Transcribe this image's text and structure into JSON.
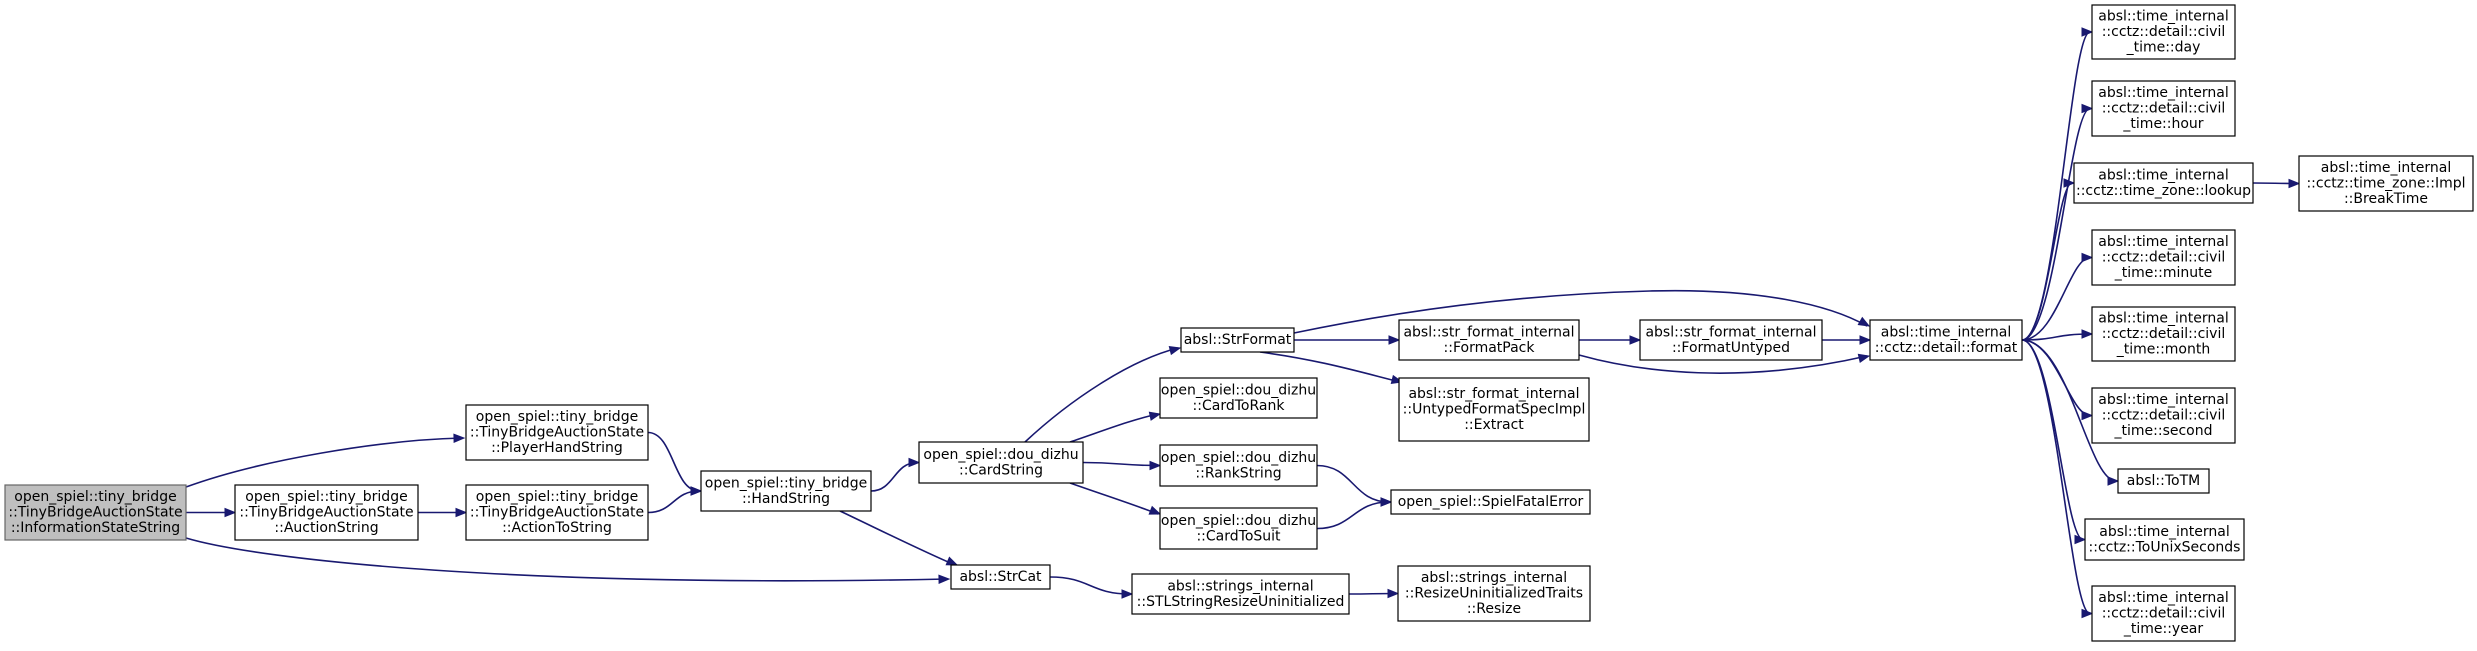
{
  "nodes": {
    "root": [
      "open_spiel::tiny_bridge",
      "::TinyBridgeAuctionState",
      "::InformationStateString"
    ],
    "player_hand_string": [
      "open_spiel::tiny_bridge",
      "::TinyBridgeAuctionState",
      "::PlayerHandString"
    ],
    "auction_string": [
      "open_spiel::tiny_bridge",
      "::TinyBridgeAuctionState",
      "::AuctionString"
    ],
    "action_to_string": [
      "open_spiel::tiny_bridge",
      "::TinyBridgeAuctionState",
      "::ActionToString"
    ],
    "hand_string": [
      "open_spiel::tiny_bridge",
      "::HandString"
    ],
    "card_string": [
      "open_spiel::dou_dizhu",
      "::CardString"
    ],
    "str_format": [
      "absl::StrFormat"
    ],
    "card_to_rank": [
      "open_spiel::dou_dizhu",
      "::CardToRank"
    ],
    "rank_string": [
      "open_spiel::dou_dizhu",
      "::RankString"
    ],
    "card_to_suit": [
      "open_spiel::dou_dizhu",
      "::CardToSuit"
    ],
    "str_cat": [
      "absl::StrCat"
    ],
    "stl_resize": [
      "absl::strings_internal",
      "::STLStringResizeUninitialized"
    ],
    "format_pack": [
      "absl::str_format_internal",
      "::FormatPack"
    ],
    "untyped_extract": [
      "absl::str_format_internal",
      "::UntypedFormatSpecImpl",
      "::Extract"
    ],
    "spiel_fatal_error": [
      "open_spiel::SpielFatalError"
    ],
    "resize_traits": [
      "absl::strings_internal",
      "::ResizeUninitializedTraits",
      "::Resize"
    ],
    "format_untyped": [
      "absl::str_format_internal",
      "::FormatUntyped"
    ],
    "detail_format": [
      "absl::time_internal",
      "::cctz::detail::format"
    ],
    "civil_day": [
      "absl::time_internal",
      "::cctz::detail::civil",
      "_time::day"
    ],
    "civil_hour": [
      "absl::time_internal",
      "::cctz::detail::civil",
      "_time::hour"
    ],
    "tz_lookup": [
      "absl::time_internal",
      "::cctz::time_zone::lookup"
    ],
    "civil_minute": [
      "absl::time_internal",
      "::cctz::detail::civil",
      "_time::minute"
    ],
    "civil_month": [
      "absl::time_internal",
      "::cctz::detail::civil",
      "_time::month"
    ],
    "civil_second": [
      "absl::time_internal",
      "::cctz::detail::civil",
      "_time::second"
    ],
    "to_tm": [
      "absl::ToTM"
    ],
    "to_unix_seconds": [
      "absl::time_internal",
      "::cctz::ToUnixSeconds"
    ],
    "civil_year": [
      "absl::time_internal",
      "::cctz::detail::civil",
      "_time::year"
    ],
    "break_time": [
      "absl::time_internal",
      "::cctz::time_zone::Impl",
      "::BreakTime"
    ]
  },
  "edges": [
    [
      "root",
      "player_hand_string"
    ],
    [
      "root",
      "auction_string"
    ],
    [
      "root",
      "str_cat"
    ],
    [
      "player_hand_string",
      "hand_string"
    ],
    [
      "auction_string",
      "action_to_string"
    ],
    [
      "action_to_string",
      "hand_string"
    ],
    [
      "hand_string",
      "card_string"
    ],
    [
      "hand_string",
      "str_cat"
    ],
    [
      "card_string",
      "str_format"
    ],
    [
      "card_string",
      "card_to_rank"
    ],
    [
      "card_string",
      "rank_string"
    ],
    [
      "card_string",
      "card_to_suit"
    ],
    [
      "str_format",
      "format_pack"
    ],
    [
      "str_format",
      "untyped_extract"
    ],
    [
      "str_format",
      "detail_format"
    ],
    [
      "rank_string",
      "spiel_fatal_error"
    ],
    [
      "card_to_suit",
      "spiel_fatal_error"
    ],
    [
      "str_cat",
      "stl_resize"
    ],
    [
      "stl_resize",
      "resize_traits"
    ],
    [
      "format_pack",
      "format_untyped"
    ],
    [
      "format_pack",
      "detail_format"
    ],
    [
      "format_untyped",
      "detail_format"
    ],
    [
      "detail_format",
      "civil_day"
    ],
    [
      "detail_format",
      "civil_hour"
    ],
    [
      "detail_format",
      "tz_lookup"
    ],
    [
      "detail_format",
      "civil_minute"
    ],
    [
      "detail_format",
      "civil_month"
    ],
    [
      "detail_format",
      "civil_second"
    ],
    [
      "detail_format",
      "to_tm"
    ],
    [
      "detail_format",
      "to_unix_seconds"
    ],
    [
      "detail_format",
      "civil_year"
    ],
    [
      "tz_lookup",
      "break_time"
    ]
  ],
  "colors": {
    "edge": "#191970",
    "root_fill": "#bfbfbf",
    "node_fill": "#ffffff",
    "node_border": "#000000"
  }
}
